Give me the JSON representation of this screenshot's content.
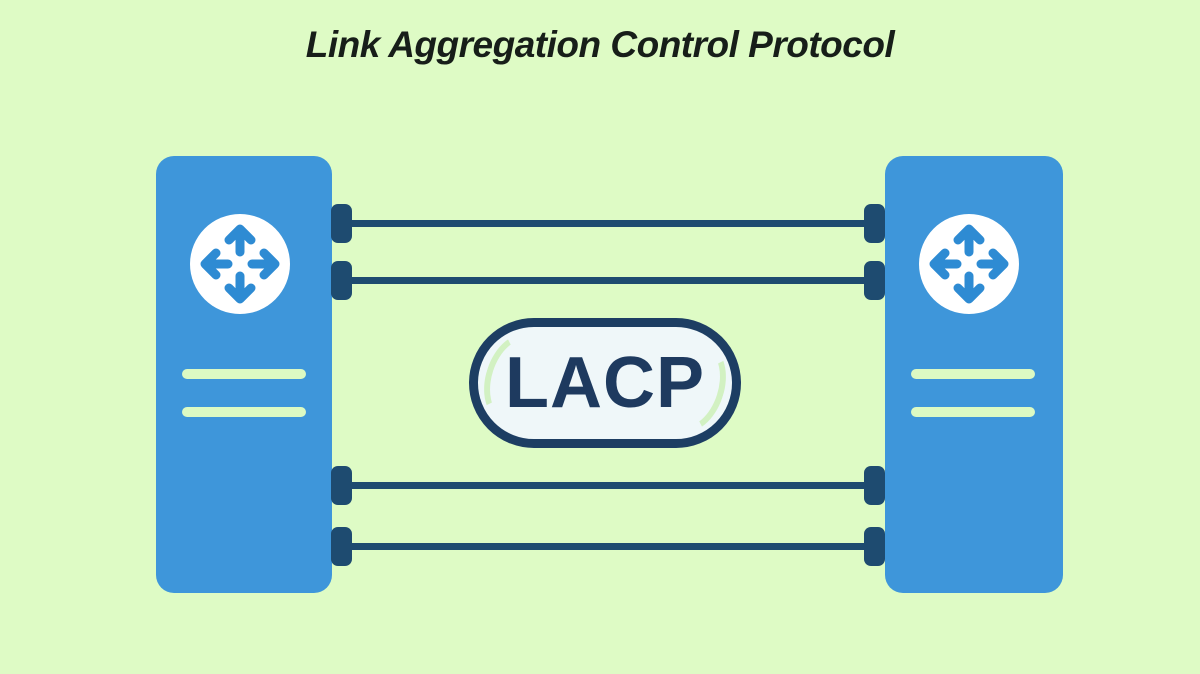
{
  "diagram": {
    "title": "Link Aggregation Control Protocol",
    "badge": "LACP",
    "nodes": [
      {
        "id": "switch-left",
        "icon": "route-icon"
      },
      {
        "id": "switch-right",
        "icon": "route-icon"
      }
    ],
    "links": [
      "link-1",
      "link-2",
      "link-3",
      "link-4"
    ]
  },
  "colors": {
    "background": "#defbc5",
    "switch_blue": "#3e96da",
    "arrow_blue": "#2e8bd3",
    "navy": "#1e4b70",
    "pill_border": "#1d3e63",
    "pill_fill": "#eff7f9",
    "pill_text": "#1e3a5f",
    "title_text": "#171e19",
    "vent_green": "#dcfac3",
    "circle_white": "#ffffff"
  }
}
